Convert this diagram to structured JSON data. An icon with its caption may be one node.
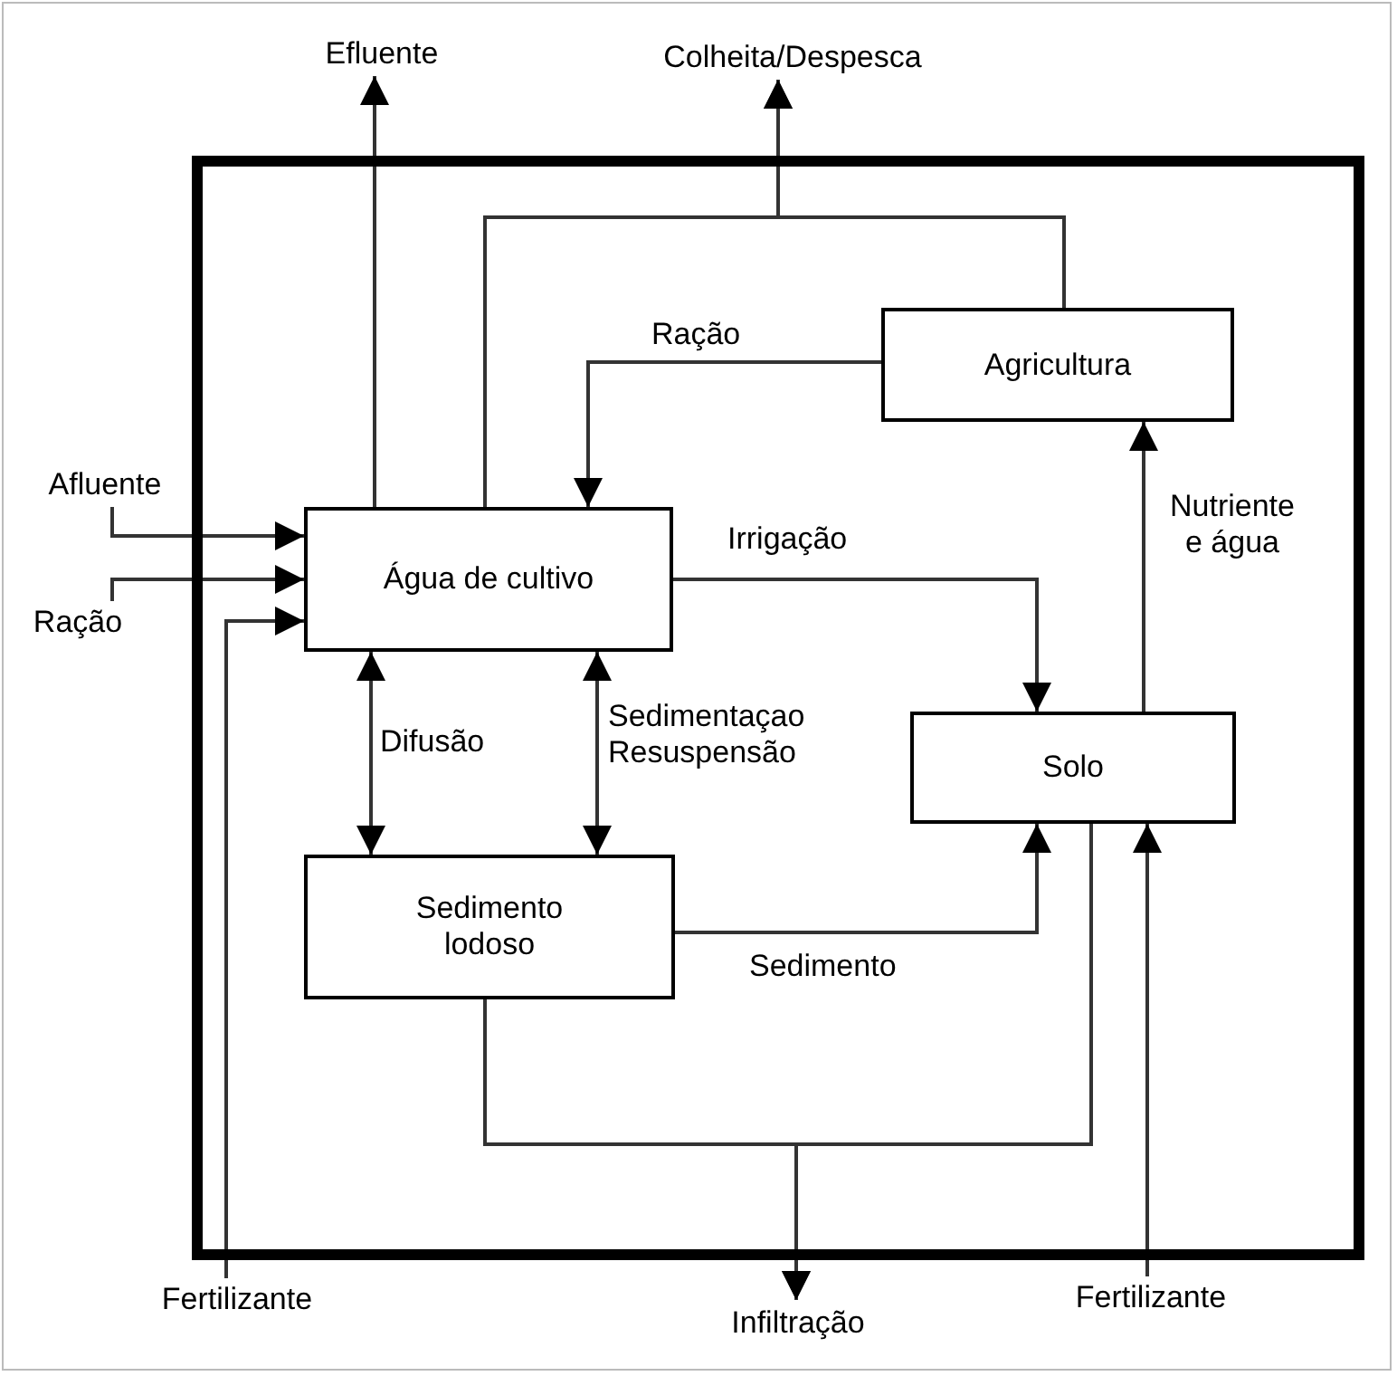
{
  "diagram": {
    "nodes": [
      {
        "text": [
          "Efluente"
        ]
      },
      {
        "text": [
          "Colheita/Despesca"
        ]
      },
      {
        "text": [],
        "shape": "box"
      },
      {
        "text": [
          "Agricultura"
        ],
        "in": 2
      },
      {
        "text": [
          "Afluente"
        ]
      },
      {
        "text": [
          "Água de cultivo"
        ],
        "in": 2
      },
      {
        "text": [
          "Ração"
        ]
      },
      {
        "text": [
          "Solo"
        ],
        "in": 2
      },
      {
        "text": [
          "Sedimento lodoso"
        ],
        "in": 2
      },
      {
        "text": [
          "Fertilizante"
        ]
      },
      {
        "text": [
          "Infiltração"
        ]
      },
      {
        "text": [
          "Fertilizante"
        ]
      }
    ],
    "edges": [
      {
        "from": 5,
        "to": 0,
        "arrow": "to"
      },
      {
        "from": 5,
        "to": 1,
        "arrow": "to"
      },
      {
        "from": 3,
        "to": 1,
        "arrow": "to"
      },
      {
        "from": 3,
        "to": 5,
        "arrow": "to",
        "label": "Ração"
      },
      {
        "from": 4,
        "to": 5,
        "arrow": "to"
      },
      {
        "from": 6,
        "to": 5,
        "arrow": "to"
      },
      {
        "from": 9,
        "to": 5,
        "arrow": "to"
      },
      {
        "from": 5,
        "to": 7,
        "arrow": "to",
        "label": "Irrigação"
      },
      {
        "from": 5,
        "to": 8,
        "arrow": "both",
        "label": "Difusão"
      },
      {
        "from": 5,
        "to": 8,
        "arrow": "both",
        "label": "Sedimentaçao Resuspensão"
      },
      {
        "from": 8,
        "to": 7,
        "arrow": "to",
        "label": "Sedimento"
      },
      {
        "from": 7,
        "to": 3,
        "arrow": "to",
        "label": "Nutriente e água"
      },
      {
        "from": 11,
        "to": 7,
        "arrow": "to"
      },
      {
        "from": 8,
        "to": 10,
        "arrow": "to"
      },
      {
        "from": 7,
        "to": 10,
        "arrow": "to"
      }
    ]
  }
}
